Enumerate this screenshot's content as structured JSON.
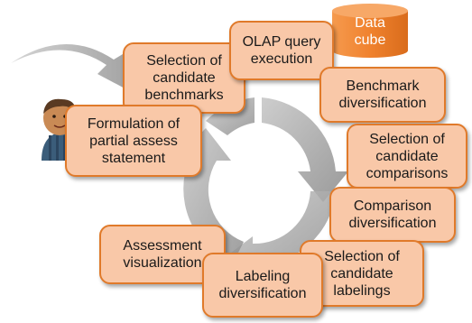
{
  "data_cube_label": "Data\ncube",
  "steps": {
    "formulation": "Formulation of\npartial assess\nstatement",
    "selection_benchmarks": "Selection of\ncandidate\nbenchmarks",
    "olap_query": "OLAP query\nexecution",
    "benchmark_diversification": "Benchmark\ndiversification",
    "selection_comparisons": "Selection of\ncandidate\ncomparisons",
    "comparison_diversification": "Comparison\ndiversification",
    "selection_labelings": "Selection of\ncandidate\nlabelings",
    "labeling_diversification": "Labeling\ndiversification",
    "assessment_visualization": "Assessment\nvisualization"
  },
  "colors": {
    "box_fill": "#f9c8a8",
    "box_border": "#e07a2a",
    "cylinder": "#f0822e",
    "arrows": "#9a9a9a"
  },
  "icons": [
    "cycle-arrows-icon",
    "incoming-arrow-icon",
    "user-icon",
    "database-cylinder-icon"
  ]
}
